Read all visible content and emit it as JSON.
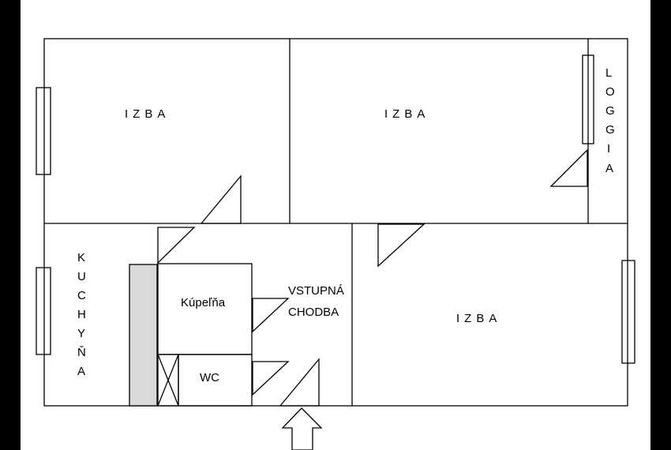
{
  "plan": {
    "rooms": [
      {
        "id": "room-top-left",
        "label": "IZBA"
      },
      {
        "id": "room-top-right",
        "label": "IZBA"
      },
      {
        "id": "room-bottom-right",
        "label": "IZBA"
      }
    ],
    "loggia": {
      "label": "LOGGIA",
      "letters": [
        "L",
        "O",
        "G",
        "G",
        "I",
        "A"
      ]
    },
    "kitchen": {
      "label": "KUCHYŇA",
      "letters": [
        "K",
        "U",
        "C",
        "H",
        "Y",
        "Ň",
        "A"
      ]
    },
    "bathroom": {
      "label": "Kúpeľňa"
    },
    "wc": {
      "label": "WC"
    },
    "hallway": {
      "line1": "VSTUPNÁ",
      "line2": "CHODBA"
    }
  },
  "colors": {
    "background": "#000000",
    "paper": "#ffffff",
    "wall": "#000000",
    "shaft": "#d9d9d9"
  }
}
